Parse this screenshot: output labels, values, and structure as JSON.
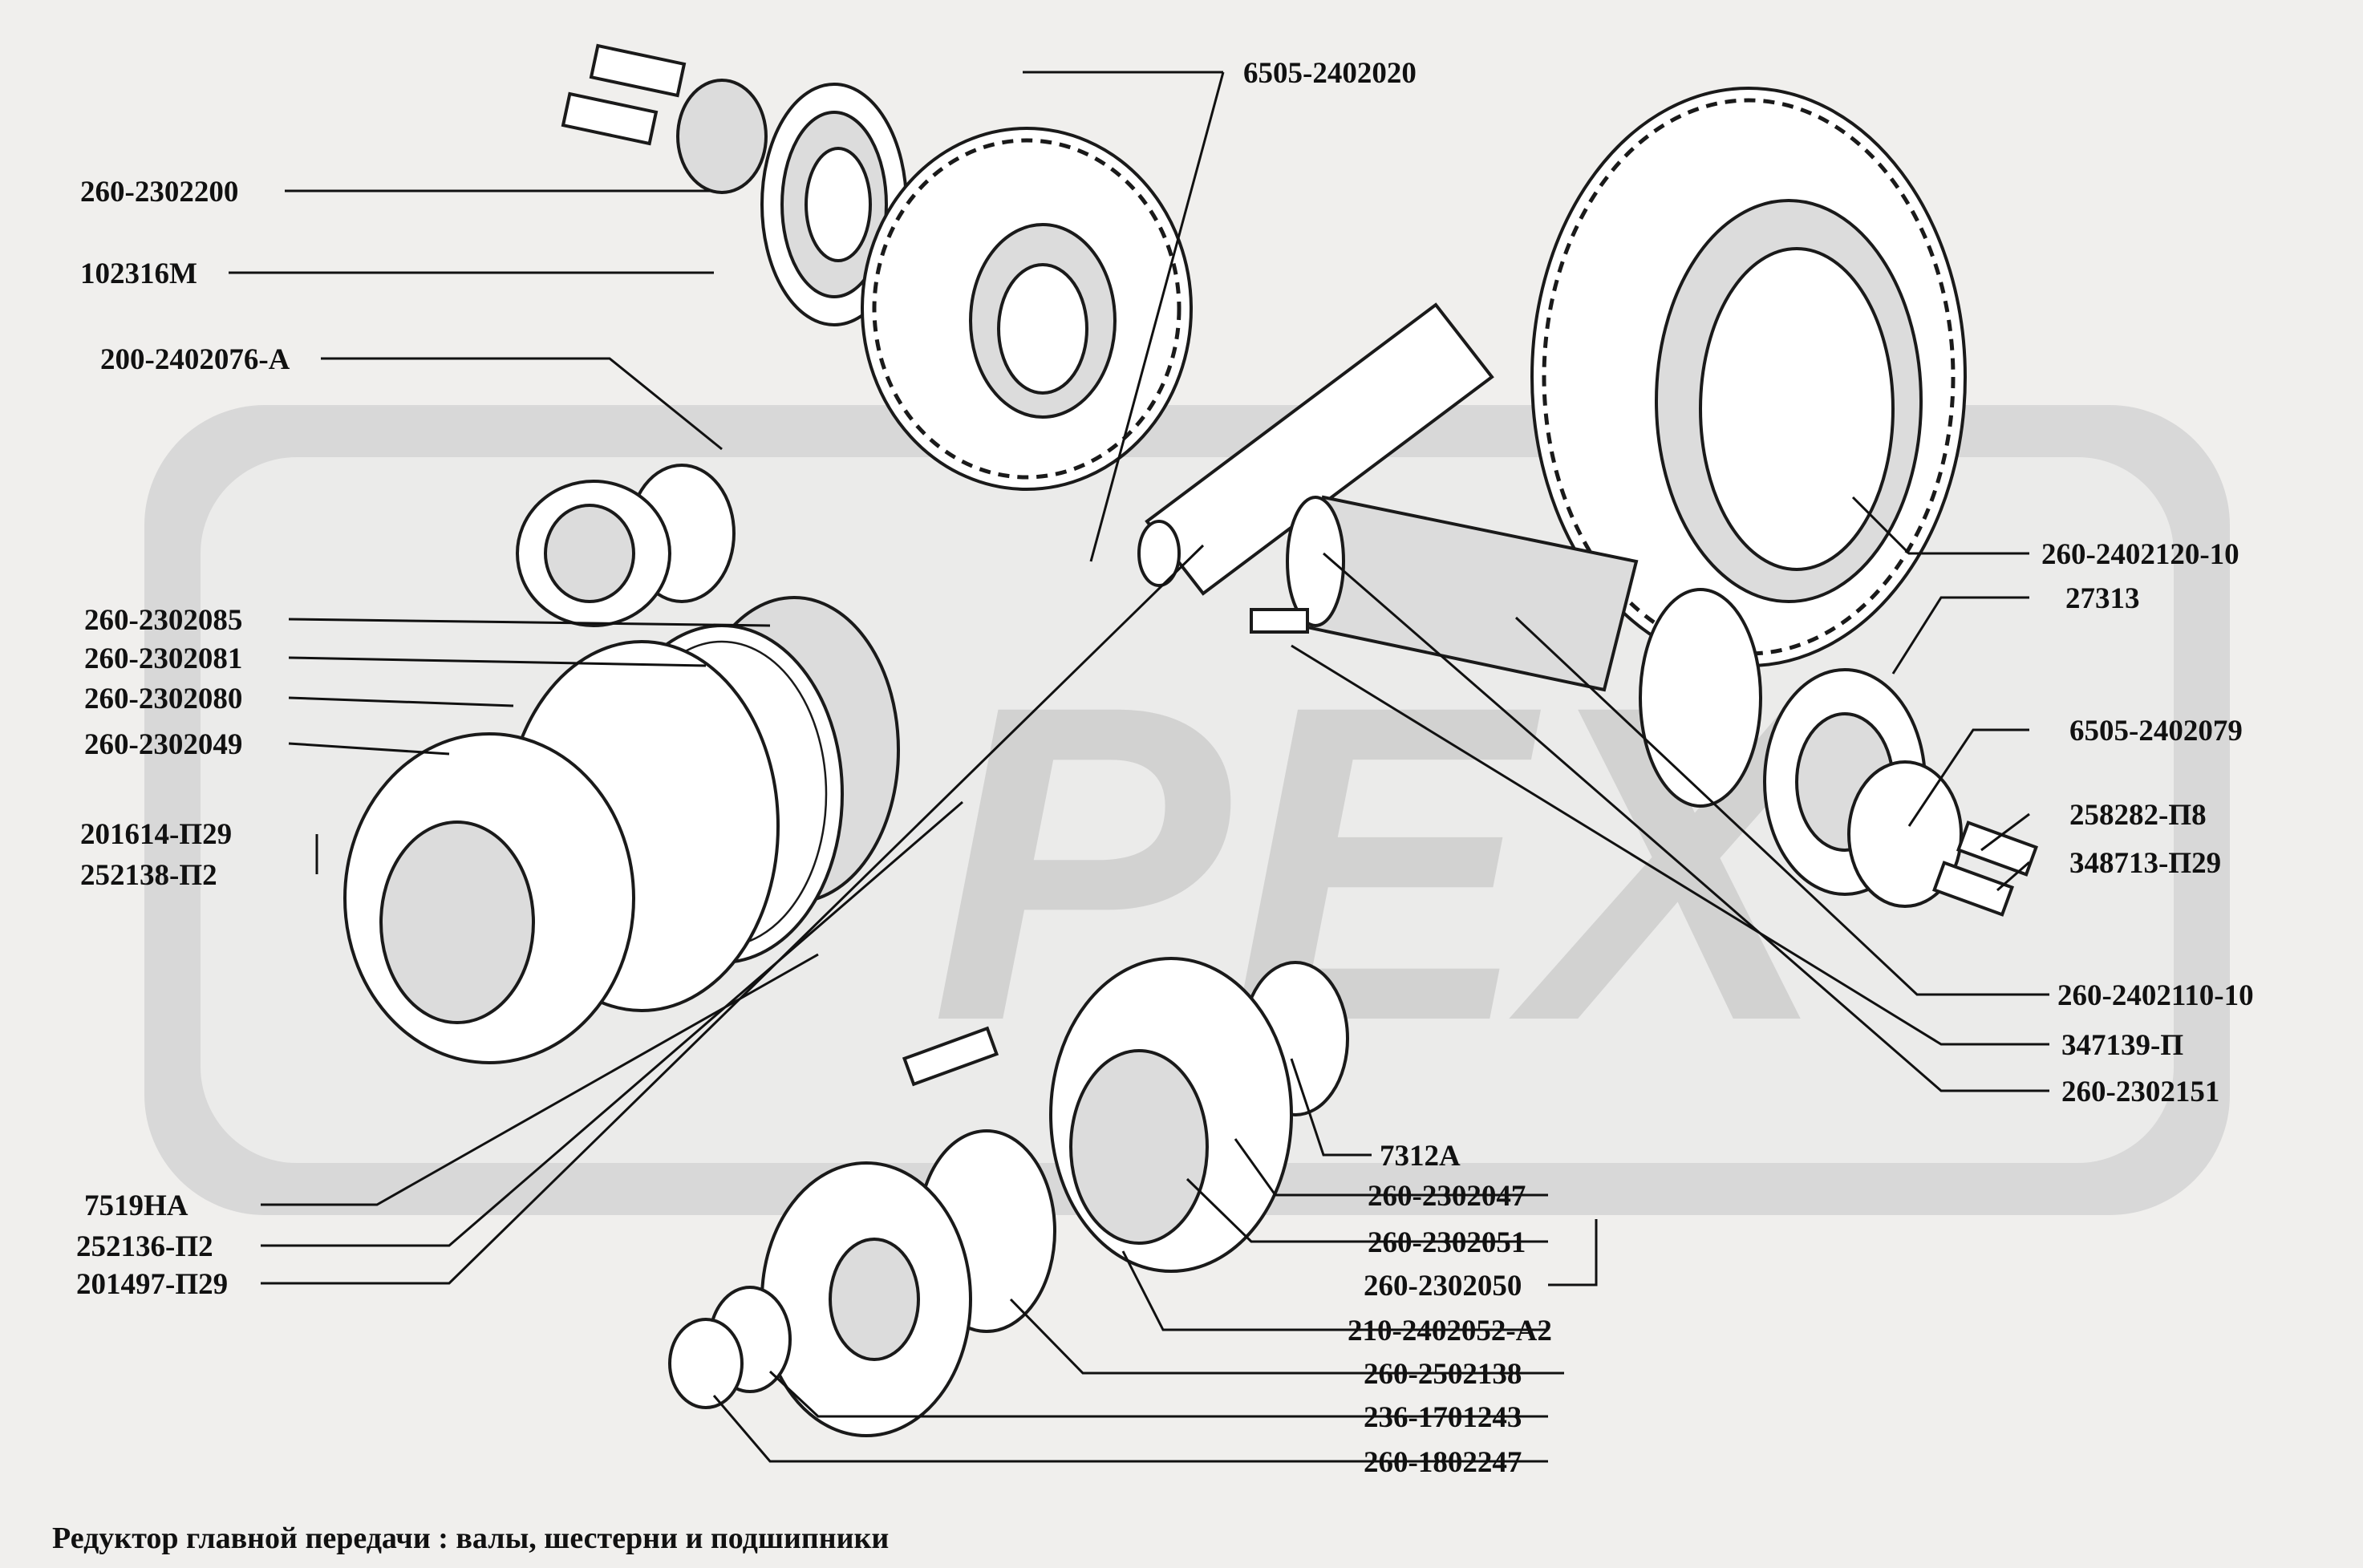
{
  "caption": "Редуктор главной передачи : валы, шестерни и  подшипники",
  "watermark": "PEX",
  "labels": {
    "l01": "260-2302200",
    "l02": "102316M",
    "l03": "200-2402076-A",
    "l04": "260-2302085",
    "l05": "260-2302081",
    "l06": "260-2302080",
    "l07": "260-2302049",
    "l08": "201614-П29",
    "l09": "252138-П2",
    "l10": "7519HA",
    "l11": "252136-П2",
    "l12": "201497-П29",
    "r01": "6505-2402020",
    "r02": "260-2402120-10",
    "r03": "27313",
    "r04": "6505-2402079",
    "r05": "258282-П8",
    "r06": "348713-П29",
    "r07": "260-2402110-10",
    "r08": "347139-П",
    "r09": "260-2302151",
    "b01": "7312A",
    "b02": "260-2302047",
    "b03": "260-2302051",
    "b04": "260-2302050",
    "b05": "210-2402052-A2",
    "b06": "260-2502138",
    "b07": "236-1701243",
    "b08": "260-1802247"
  }
}
